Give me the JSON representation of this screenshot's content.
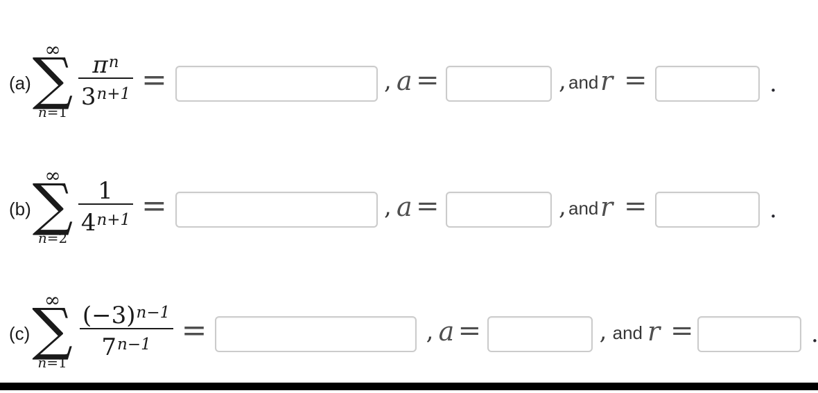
{
  "colors": {
    "box_border": "#cbcbcb",
    "math_text": "#1a1a1a",
    "secondary_math_text": "#4f4f4f",
    "bottom_bar": "#000000",
    "background": "#ffffff"
  },
  "problems": [
    {
      "label": "(a)",
      "sum": {
        "infinity": "∞",
        "sigma": "∑",
        "index_var": "n",
        "index_rest": "=1"
      },
      "fraction": {
        "num_base": "π",
        "num_sup": "n",
        "den_base": "3",
        "den_sup": "n+1"
      },
      "equals": "=",
      "comma": ",",
      "a_var": "a",
      "a_equals": "=",
      "comma2": ",",
      "and_word": "and",
      "r_var": "r",
      "r_equals": "=",
      "period": ".",
      "answers": {
        "sum": "",
        "a": "",
        "r": ""
      }
    },
    {
      "label": "(b)",
      "sum": {
        "infinity": "∞",
        "sigma": "∑",
        "index_var": "n",
        "index_rest": "=2"
      },
      "fraction": {
        "num_base": "1",
        "num_sup": "",
        "den_base": "4",
        "den_sup": "n+1"
      },
      "equals": "=",
      "comma": ",",
      "a_var": "a",
      "a_equals": "=",
      "comma2": ",",
      "and_word": "and",
      "r_var": "r",
      "r_equals": "=",
      "period": ".",
      "answers": {
        "sum": "",
        "a": "",
        "r": ""
      }
    },
    {
      "label": "(c)",
      "sum": {
        "infinity": "∞",
        "sigma": "∑",
        "index_var": "n",
        "index_rest": "=1"
      },
      "fraction": {
        "num_base": "(−3)",
        "num_sup": "n−1",
        "den_base": "7",
        "den_sup": "n−1"
      },
      "equals": "=",
      "comma": ",",
      "a_var": "a",
      "a_equals": "=",
      "comma2": ",",
      "and_word": "and",
      "r_var": "r",
      "r_equals": "=",
      "period": ".",
      "answers": {
        "sum": "",
        "a": "",
        "r": ""
      }
    }
  ]
}
